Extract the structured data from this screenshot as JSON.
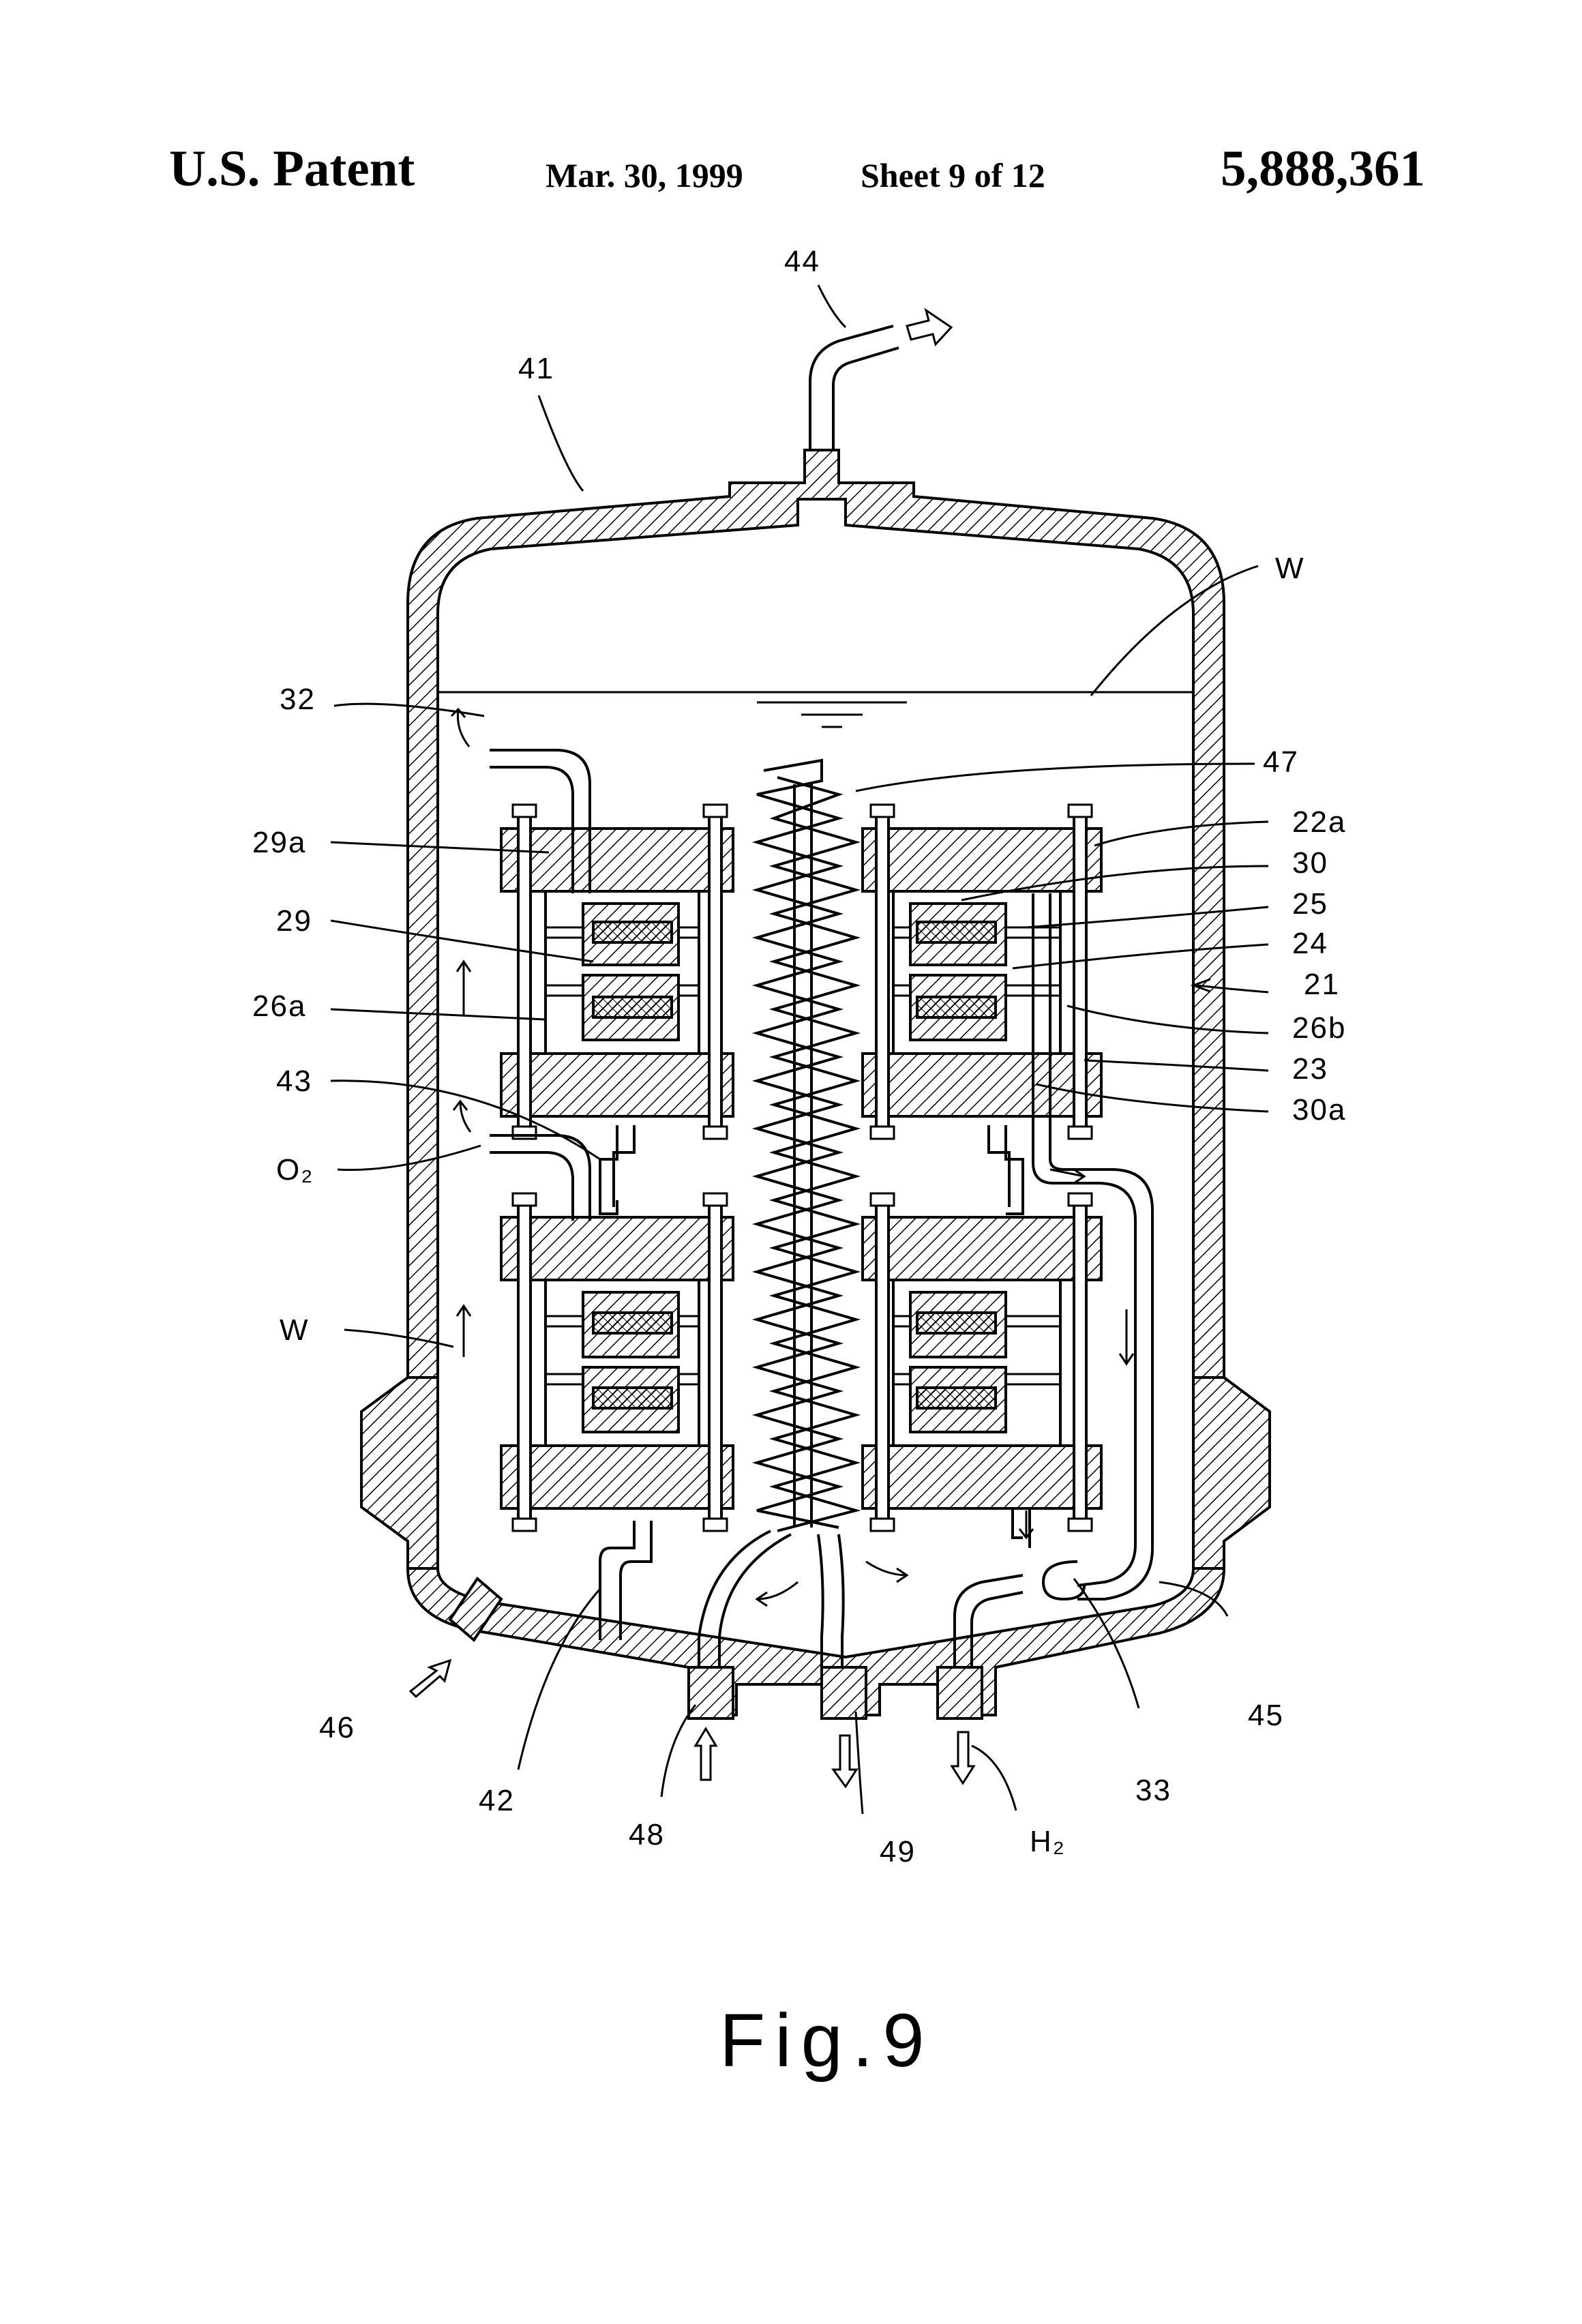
{
  "header": {
    "patent": "U.S. Patent",
    "date": "Mar. 30, 1999",
    "sheet": "Sheet 9 of 12",
    "number": "5,888,361"
  },
  "figure": {
    "caption": "Fig.9",
    "labels": {
      "l44": "44",
      "l41": "41",
      "lW1": "W",
      "l32": "32",
      "l47": "47",
      "l29a": "29a",
      "l22a": "22a",
      "l30": "30",
      "l29": "29",
      "l25": "25",
      "l24": "24",
      "l26a": "26a",
      "l21": "21",
      "l26b": "26b",
      "l43": "43",
      "l23": "23",
      "l30a": "30a",
      "lO2": "O₂",
      "lW2": "W",
      "l46": "46",
      "l45": "45",
      "l42": "42",
      "l48": "48",
      "l49": "49",
      "l33": "33",
      "lH2": "H₂"
    }
  }
}
